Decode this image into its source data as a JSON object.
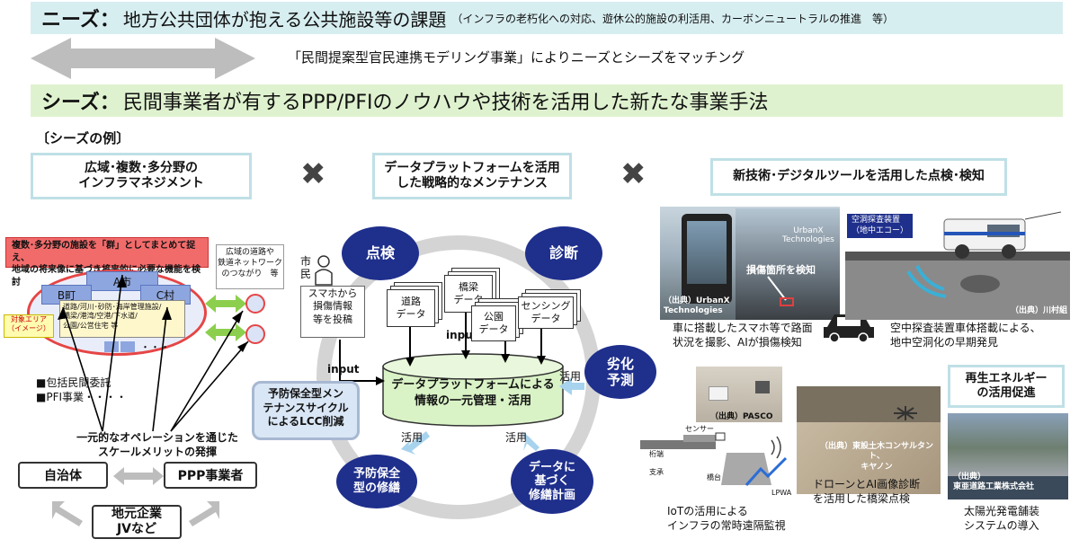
{
  "needs": {
    "keyword": "ニーズ",
    "colon": "：",
    "title": "地方公共団体が抱える公共施設等の課題",
    "note": "（インフラの老朽化への対応、遊休公的施設の利活用、カーボンニュートラルの推進　等）"
  },
  "matching": "「民間提案型官民連携モデリング事業」によりニーズとシーズをマッチング",
  "seeds": {
    "keyword": "シーズ",
    "colon": "：",
    "title": "民間事業者が有するPPP/PFIのノウハウや技術を活用した新たな事業手法"
  },
  "examples_heading": "〔シーズの例〕",
  "left": {
    "title": "広域･複数･多分野の\nインフラマネジメント",
    "red_note": "複数･多分野の施設を「群」としてまとめて捉え、\n地域の将来像に基づき将来的に必要な機能を検討",
    "a_city": "A市",
    "b_town": "B町",
    "c_village": "C村",
    "facilities": "道路/河川･砂防･海岸管理施設/\n橋梁/港湾/空港/下水道/\n公園/公営住宅 等",
    "target_area": "対象エリア\n（イメージ）",
    "dots": "・・・",
    "network": "広域の道路や\n鉄道ネットワーク\nのつながり　等",
    "bullets": [
      "■包括民間委託",
      "■PFI事業・・・・"
    ],
    "operation": "一元的なオペレーションを通じた\nスケールメリットの発揮",
    "jichitai": "自治体",
    "ppp": "PPP事業者",
    "local": "地元企業\nJVなど"
  },
  "center": {
    "title": "データプラットフォームを活用\nした戦略的なメンテナンス",
    "inspect": "点検",
    "diagnose": "診断",
    "degradation": "劣化\n予測",
    "repair_plan": "データに\n基づく\n修繕計画",
    "preventive": "予防保全\n型の修繕",
    "citizen": "市\n民",
    "smartphone": "スマホから\n損傷情報\n等を投稿",
    "input1": "input",
    "input2": "input",
    "docs": [
      "道路\nデータ",
      "橋梁\nデータ",
      "公園\nデータ",
      "センシング\nデータ"
    ],
    "platform": "データプラットフォームによる\n情報の一元管理・活用",
    "use1": "活用",
    "use2": "活用",
    "use3": "活用",
    "lcc": "予防保全型メン\nテナンスサイクル\nによるLCC削減"
  },
  "right": {
    "title": "新技術･デジタルツールを活用した点検･検知",
    "credit_urbanx": "（出典）UrbanX\nTechnologies",
    "urbanx_overlay": "UrbanX\nTechnologies",
    "damage_detect": "損傷箇所を検知",
    "cap_phone": "車に搭載したスマホ等で路面\n状況を撮影、AIが損傷検知",
    "aerial_label": "空洞探査装置\n（地中エコー）",
    "credit_kawamura": "（出典）川村組",
    "cap_aerial": "空中探査装置車体搭載による、\n地中空洞化の早期発見",
    "credit_pasco": "（出典）PASCO",
    "sensor": "センサー",
    "girder": "桁端",
    "support": "支承",
    "abutment": "橋台",
    "lpwa": "LPWA",
    "cap_iot": "IoTの活用による\nインフラの常時遠隔監視",
    "credit_drone": "（出典）東設土木コンサルタント、\nキヤノン",
    "cap_drone": "ドローンとAI画像診断\nを活用した橋梁点検",
    "renewable_title": "再生エネルギー\nの活用促進",
    "credit_solar": "（出典）\n東亜道路工業株式会社",
    "cap_solar": "太陽光発電舗装\nシステムの導入"
  },
  "colors": {
    "navy": "#1f2f8c",
    "needs_band": "#d7eef1",
    "seeds_band": "#dff2cf",
    "title_border": "#bfe0e6",
    "red": "#e64545",
    "green_arrow": "#8ccf4f"
  }
}
